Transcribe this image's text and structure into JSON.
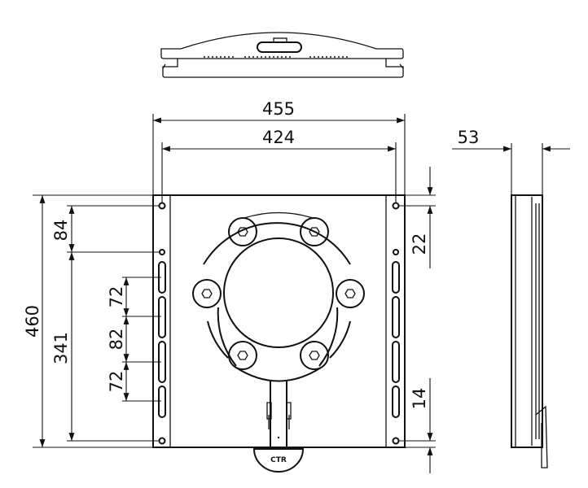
{
  "dimensions": {
    "overall_width": "455",
    "hole_spacing_width": "424",
    "depth": "53",
    "overall_height": "460",
    "top_hole_offset": "84",
    "hole_span_height": "341",
    "slot_pitch_1": "72",
    "slot_pitch_2": "82",
    "slot_pitch_3": "72",
    "top_edge_offset": "22",
    "bottom_edge_offset": "14"
  },
  "handle_logo": "CTR",
  "colors": {
    "line": "#111111",
    "background": "#ffffff"
  }
}
